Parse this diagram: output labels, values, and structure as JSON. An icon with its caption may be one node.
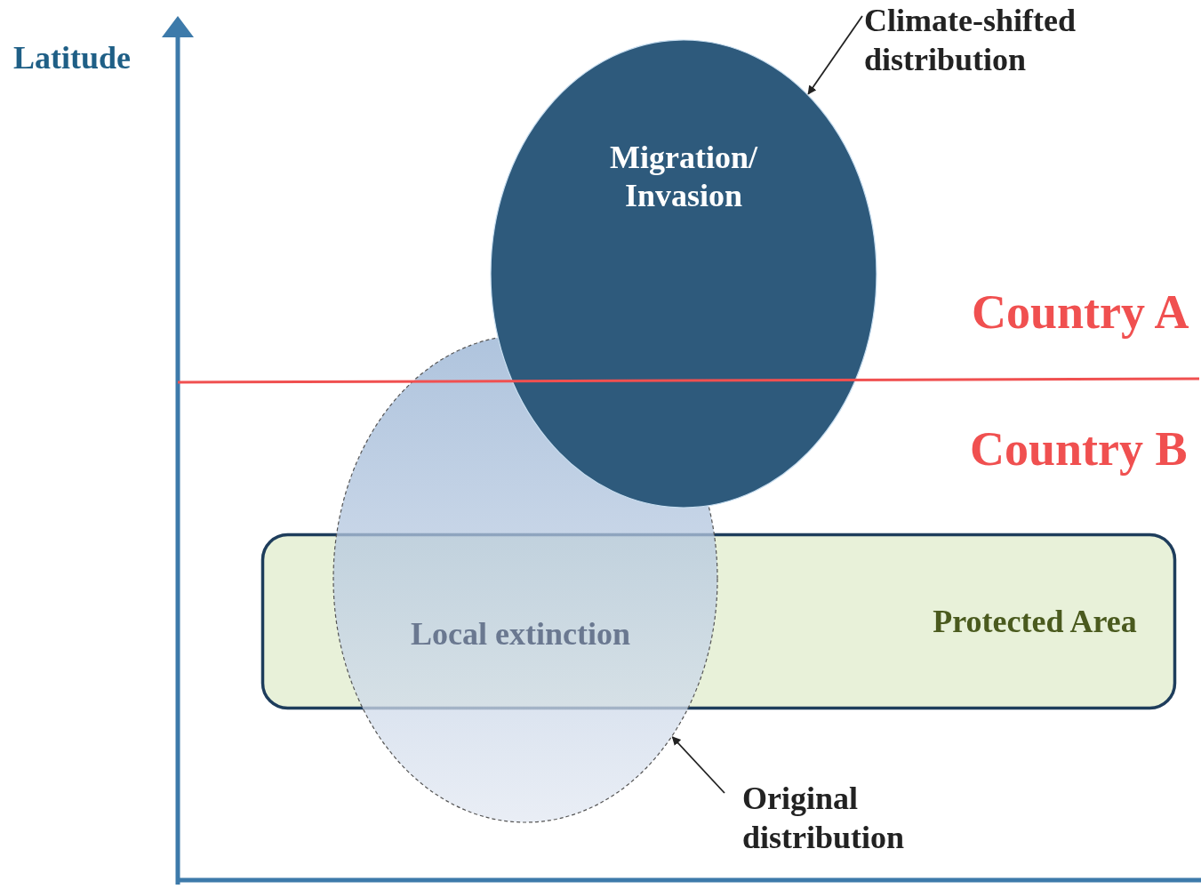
{
  "diagram": {
    "nodes": [
      {
        "text": [
          "Climate-shifted distribution"
        ]
      },
      {
        "text": [
          "Migration/ Invasion"
        ]
      },
      {
        "text": [],
        "shape": "ellipse"
      },
      {
        "text": [
          "Protected Area"
        ]
      },
      {
        "text": [
          "Original distribution"
        ]
      }
    ],
    "edges": [
      {
        "from": 0,
        "to": 1,
        "arrow": "to"
      },
      {
        "from": 4,
        "to": 2,
        "arrow": "to"
      }
    ],
    "labels": [
      "Latitude",
      "Country A",
      "Country B",
      "Local extinction"
    ]
  }
}
